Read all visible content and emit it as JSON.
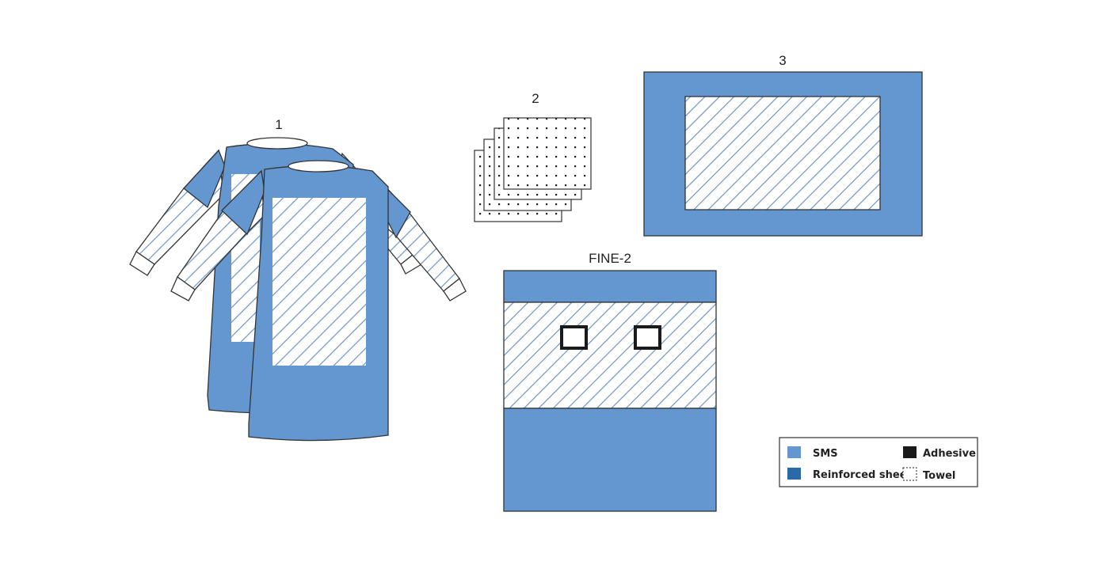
{
  "items": [
    {
      "label": "1"
    },
    {
      "label": "2"
    },
    {
      "label": "3"
    },
    {
      "label": "FINE-2"
    }
  ],
  "legend": [
    {
      "label": "SMS",
      "color": "#6496d0",
      "swatch": "solid"
    },
    {
      "label": "Reinforced sheet",
      "color": "#2b6aa8",
      "swatch": "solid"
    },
    {
      "label": "Adhesive",
      "color": "#1a1a1a",
      "swatch": "solid"
    },
    {
      "label": "Towel",
      "color": "#ffffff",
      "swatch": "dotted"
    }
  ],
  "colors": {
    "sms": "#6496d0",
    "reinforced_hatch": "#6b95cc",
    "outline": "#333333",
    "adhesive": "#1a1a1a"
  }
}
